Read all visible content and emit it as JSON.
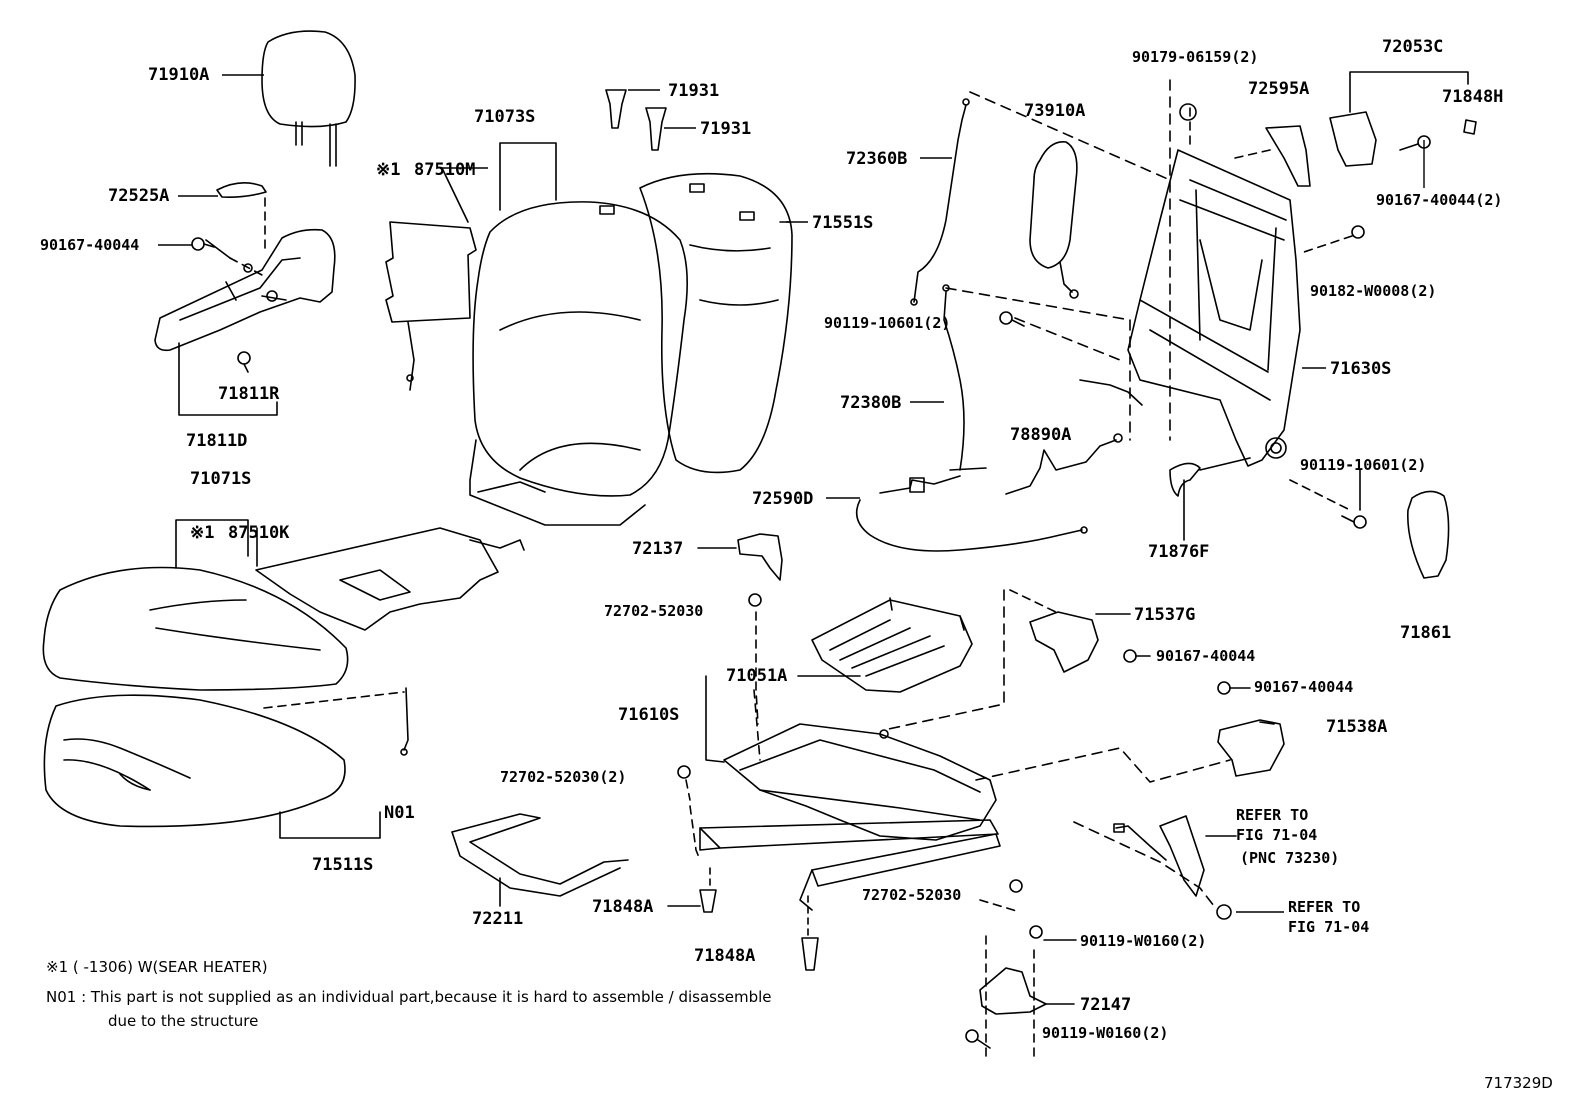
{
  "labels": {
    "p71910A": "71910A",
    "p72525A": "72525A",
    "p90167_40044_a": "90167-40044",
    "p71811R": "71811R",
    "p71811D": "71811D",
    "p71073S": "71073S",
    "p87510M_mark": "※1",
    "p87510M": "87510M",
    "p71931_a": "71931",
    "p71931_b": "71931",
    "p71551S": "71551S",
    "p72360B": "72360B",
    "p73910A": "73910A",
    "p90179_06159": "90179-06159(2)",
    "p72595A": "72595A",
    "p72053C": "72053C",
    "p71848H": "71848H",
    "p90167_40044_2": "90167-40044(2)",
    "p90182_W0008": "90182-W0008(2)",
    "p90119_10601_a": "90119-10601(2)",
    "p71630S": "71630S",
    "p72380B": "72380B",
    "p78890A": "78890A",
    "p90119_10601_b": "90119-10601(2)",
    "p71071S": "71071S",
    "p87510K_mark": "※1",
    "p87510K": "87510K",
    "p72590D": "72590D",
    "p71876F": "71876F",
    "p72137": "72137",
    "p71861": "71861",
    "p72702_52030_a": "72702-52030",
    "p71537G": "71537G",
    "p90167_40044_b": "90167-40044",
    "p71051A": "71051A",
    "p90167_40044_c": "90167-40044",
    "p71610S": "71610S",
    "p71538A": "71538A",
    "p72702_52030_2": "72702-52030(2)",
    "pN01": "N01",
    "p71511S": "71511S",
    "p72211": "72211",
    "p71848A_a": "71848A",
    "p72702_52030_b": "72702-52030",
    "p90119_W0160_a": "90119-W0160(2)",
    "p71848A_b": "71848A",
    "p72147": "72147",
    "p90119_W0160_b": "90119-W0160(2)",
    "refer1_l1": "REFER TO",
    "refer1_l2": "FIG 71-04",
    "refer1_l3": "(PNC 73230)",
    "refer2_l1": "REFER TO",
    "refer2_l2": "FIG 71-04"
  },
  "notes": {
    "mark_note": "※1 (      -1306) W(SEAR HEATER)",
    "n01_line1": "N01 : This part is not supplied as an individual part,because it is hard to assemble / disassemble",
    "n01_line2": "due to the structure",
    "figure_code": "717329D"
  }
}
